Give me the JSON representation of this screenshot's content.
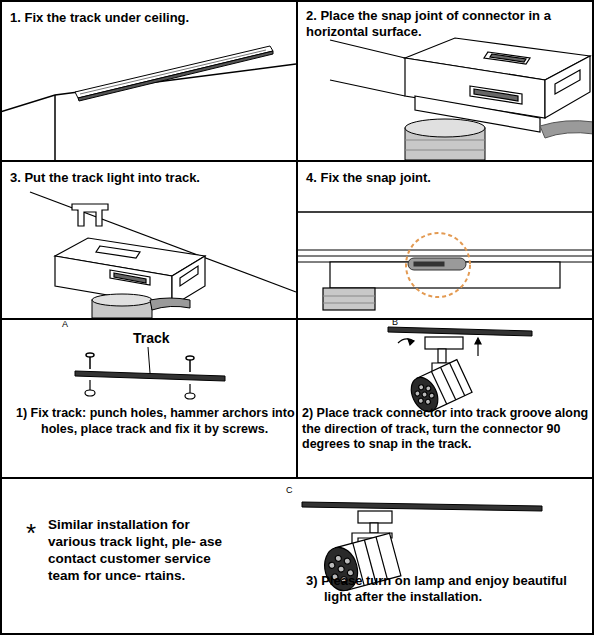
{
  "diagram": {
    "nodes": [
      {
        "text": [
          "1. Fix the track under ceiling."
        ]
      },
      {
        "text": [
          "2. Place the snap joint of connector in a horizontal surface."
        ]
      },
      {
        "text": [
          "3. Put the track light into track."
        ]
      },
      {
        "text": [
          "4. Fix the snap joint."
        ]
      },
      {
        "text": [
          "1) Fix track: punch holes, hammer archors into holes, place track and fix it by screws."
        ]
      },
      {
        "text": [
          "2) Place track connector into track groove along the direction of track, turn the connector 90 degrees to snap in the track."
        ]
      },
      {
        "text": [
          "Similar installation for various track light, ple- ase contact customer service team for unce- rtains.",
          "3) Please turn on lamp and enjoy beautiful light after the installation."
        ]
      }
    ],
    "labels": [
      "A",
      "Track",
      "B",
      "*",
      "C"
    ]
  }
}
